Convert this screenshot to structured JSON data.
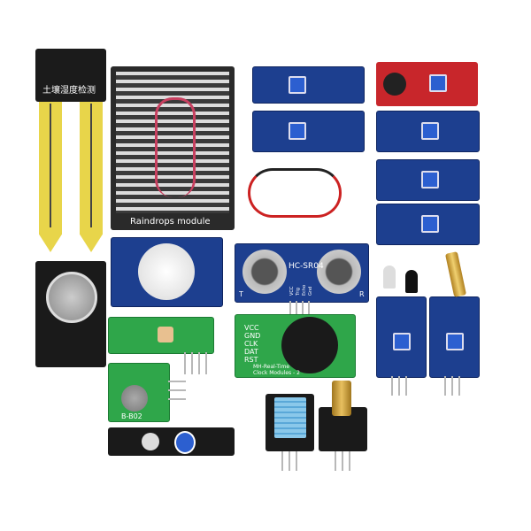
{
  "soil_sensor": {
    "label": "土壤湿度检测",
    "color": "#e8d54a"
  },
  "raindrop_sensor": {
    "label": "Raindrops module"
  },
  "ultrasonic": {
    "model": "HC-SR04",
    "left_label": "T",
    "right_label": "R",
    "pins": [
      "VCC",
      "Trig",
      "Echo",
      "Gnd"
    ]
  },
  "rtc": {
    "pins": [
      "VCC",
      "GND",
      "CLK",
      "DAT",
      "RST"
    ],
    "line1": "MH-Real-Time",
    "line2": "Clock Modules - 2"
  },
  "rf_transmitter": {
    "label": "B-B02"
  },
  "colors": {
    "pcb_blue": "#1d3f8f",
    "pcb_green": "#2fa64a",
    "pcb_red": "#c8262b",
    "pcb_black": "#1a1a1a"
  }
}
